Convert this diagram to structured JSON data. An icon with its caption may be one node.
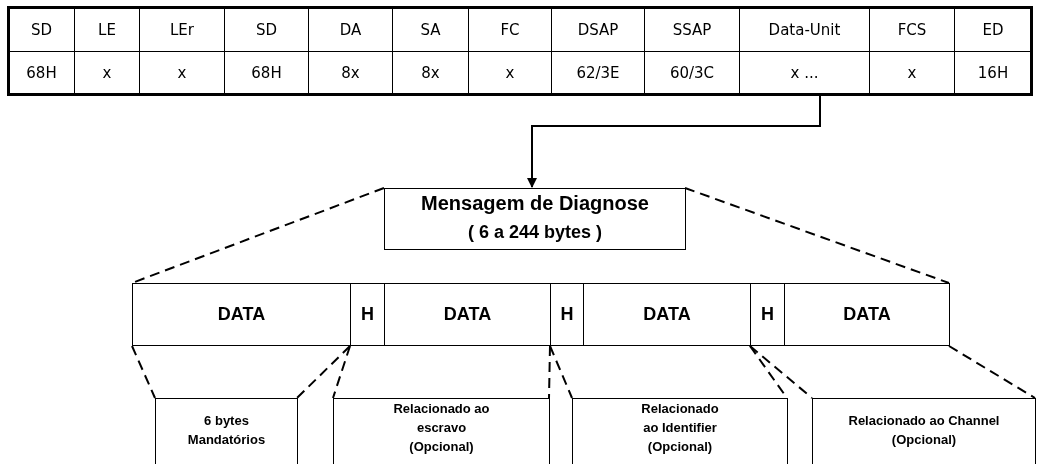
{
  "diagram": {
    "nodes": [
      {
        "text": [
          "SD",
          "68H"
        ]
      },
      {
        "text": [
          "LE",
          "x"
        ]
      },
      {
        "text": [
          "LEr",
          "x"
        ]
      },
      {
        "text": [
          "SD",
          "68H"
        ]
      },
      {
        "text": [
          "DA",
          "8x"
        ]
      },
      {
        "text": [
          "SA",
          "8x"
        ]
      },
      {
        "text": [
          "FC",
          "x"
        ]
      },
      {
        "text": [
          "DSAP",
          "62/3E"
        ]
      },
      {
        "text": [
          "SSAP",
          "60/3C"
        ]
      },
      {
        "text": [
          "Data-Unit",
          "x ..."
        ]
      },
      {
        "text": [
          "FCS",
          "x"
        ]
      },
      {
        "text": [
          "ED",
          "16H"
        ]
      },
      {
        "text": [
          "Mensagem de Diagnose",
          "( 6 a 244 bytes )"
        ]
      },
      {
        "text": [
          "DATA"
        ]
      },
      {
        "text": [
          "H"
        ]
      },
      {
        "text": [
          "DATA"
        ]
      },
      {
        "text": [
          "H"
        ]
      },
      {
        "text": [
          "DATA"
        ]
      },
      {
        "text": [
          "H"
        ]
      },
      {
        "text": [
          "DATA"
        ]
      },
      {
        "text": [
          "6 bytes Mandatórios"
        ]
      },
      {
        "text": [
          "Relacionado ao escravo (Opcional)"
        ]
      },
      {
        "text": [
          "Relacionado ao Identifier (Opcional)"
        ]
      },
      {
        "text": [
          "Relacionado ao Channel (Opcional)"
        ]
      }
    ],
    "edges": [
      {
        "from": 9,
        "to": 12,
        "arrow": "to"
      },
      {
        "from": 12,
        "to": 13,
        "arrow": "none",
        "style": "dashed"
      },
      {
        "from": 12,
        "to": 19,
        "arrow": "none",
        "style": "dashed"
      },
      {
        "from": 13,
        "to": 20,
        "arrow": "none",
        "style": "dashed"
      },
      {
        "from": 13,
        "to": 20,
        "arrow": "none",
        "style": "dashed"
      },
      {
        "from": 14,
        "to": 21,
        "arrow": "none",
        "style": "dashed"
      },
      {
        "from": 15,
        "to": 21,
        "arrow": "none",
        "style": "dashed"
      },
      {
        "from": 16,
        "to": 22,
        "arrow": "none",
        "style": "dashed"
      },
      {
        "from": 17,
        "to": 22,
        "arrow": "none",
        "style": "dashed"
      },
      {
        "from": 18,
        "to": 23,
        "arrow": "none",
        "style": "dashed"
      },
      {
        "from": 19,
        "to": 23,
        "arrow": "none",
        "style": "dashed"
      }
    ]
  }
}
